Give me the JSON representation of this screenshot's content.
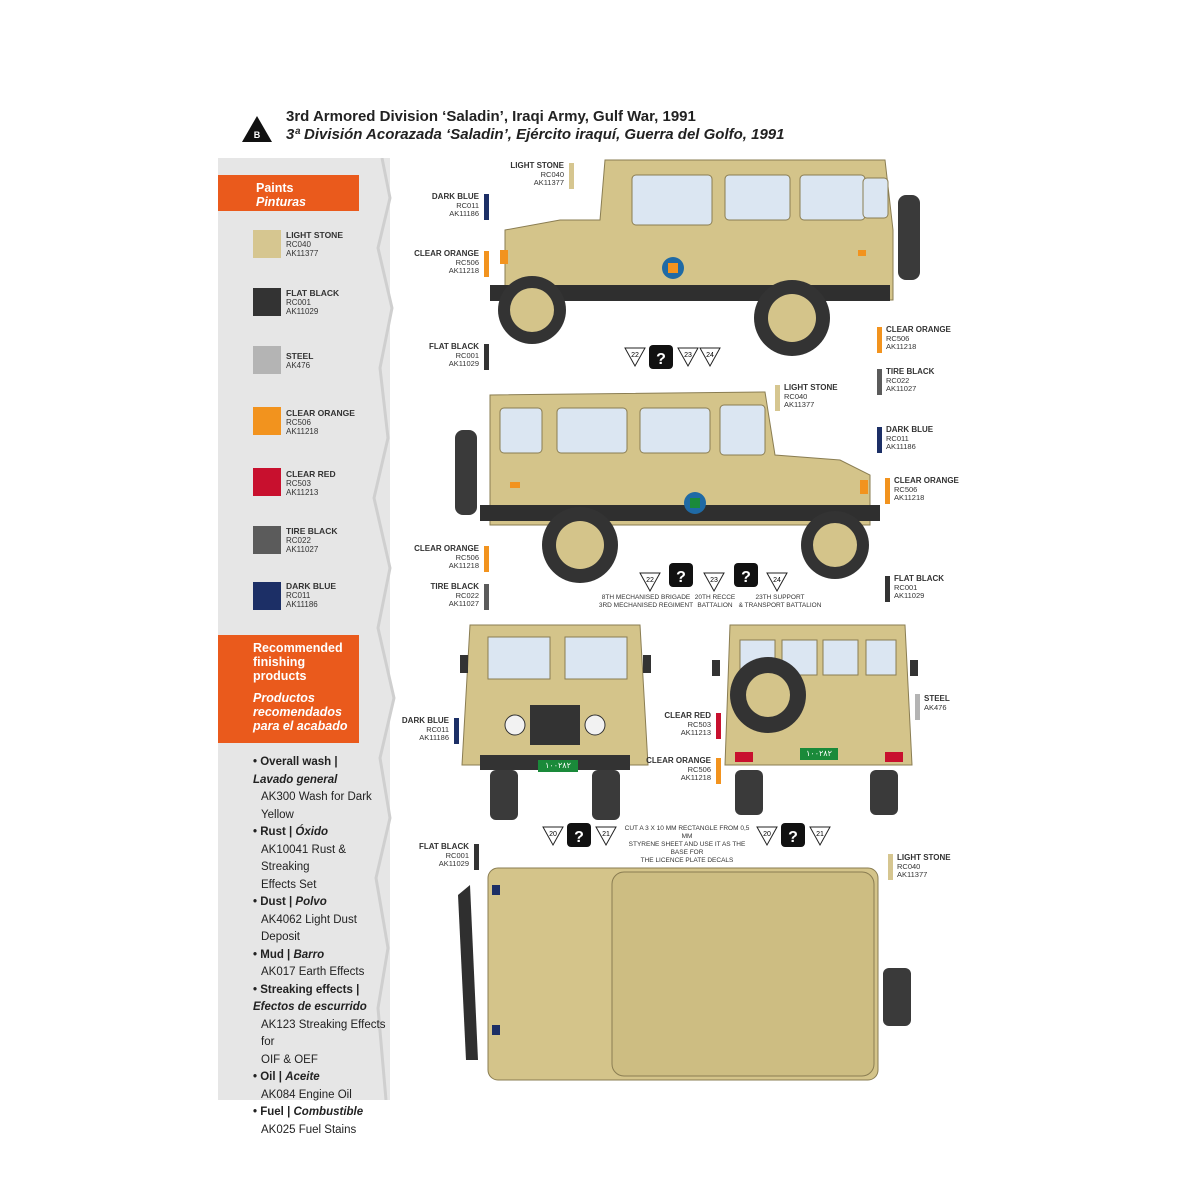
{
  "title": {
    "english": "3rd Armored Division ‘Saladin’, Iraqi Army, Gulf War, 1991",
    "spanish": "3ª División Acorazada ‘Saladin’, Ejército iraquí, Guerra del Golfo, 1991",
    "badge": "B"
  },
  "paints_header": {
    "line1": "Paints",
    "line2": "Pinturas"
  },
  "paints": [
    {
      "name": "LIGHT STONE",
      "code1": "RC040",
      "code2": "AK11377",
      "color": "#d6c690"
    },
    {
      "name": "FLAT BLACK",
      "code1": "RC001",
      "code2": "AK11029",
      "color": "#333333"
    },
    {
      "name": "STEEL",
      "code1": "AK476",
      "code2": "",
      "color": "#b4b4b4"
    },
    {
      "name": "CLEAR ORANGE",
      "code1": "RC506",
      "code2": "AK11218",
      "color": "#f2931e"
    },
    {
      "name": "CLEAR RED",
      "code1": "RC503",
      "code2": "AK11213",
      "color": "#c8102e"
    },
    {
      "name": "TIRE BLACK",
      "code1": "RC022",
      "code2": "AK11027",
      "color": "#5b5b5b"
    },
    {
      "name": "DARK BLUE",
      "code1": "RC011",
      "code2": "AK11186",
      "color": "#1c2f66"
    }
  ],
  "finishing_header": {
    "line1": "Recommended",
    "line2": "finishing",
    "line3": "products",
    "es1": "Productos",
    "es2": "recomendados",
    "es3": "para el acabado"
  },
  "finishing": [
    {
      "en": "Overall wash |",
      "es": "Lavado general",
      "products": [
        "AK300 Wash for Dark Yellow"
      ]
    },
    {
      "en": "Rust |",
      "es": "Óxido",
      "products": [
        "AK10041 Rust & Streaking",
        "Effects Set"
      ]
    },
    {
      "en": "Dust |",
      "es": "Polvo",
      "products": [
        "AK4062 Light Dust Deposit"
      ]
    },
    {
      "en": "Mud |",
      "es": "Barro",
      "products": [
        "AK017 Earth Effects"
      ]
    },
    {
      "en": "Streaking effects |",
      "es": "Efectos de escurrido",
      "products": [
        "AK123 Streaking Effects for",
        "OIF & OEF"
      ]
    },
    {
      "en": "Oil |",
      "es": "Aceite",
      "products": [
        "AK084 Engine Oil"
      ]
    },
    {
      "en": "Fuel |",
      "es": "Combustible",
      "products": [
        "AK025 Fuel Stains"
      ]
    }
  ],
  "markers": {
    "q": "?",
    "n20": "20",
    "n21": "21",
    "n22": "22",
    "n23": "23",
    "n24": "24"
  },
  "notes": {
    "brigade1": "8TH MECHANISED BRIGADE",
    "brigade2": "3RD MECHANISED REGIMENT",
    "recce1": "20TH RECCE",
    "recce2": "BATTALION",
    "support1": "23TH SUPPORT",
    "support2": "& TRANSPORT BATTALION",
    "plate1": "CUT A 3 X 10 MM RECTANGLE FROM 0,5 MM",
    "plate2": "STYRENE SHEET AND USE IT AS THE BASE FOR",
    "plate3": "THE LICENCE PLATE DECALS",
    "plate_text": "١٠٠٢٨٢"
  },
  "colors": {
    "body": "#d4c48a",
    "body_shade": "#bfae72",
    "glass": "#dbe6f2",
    "tire": "#3a3a3a",
    "orange_accent": "#ea5a1c",
    "plate_green": "#1a8a3a"
  }
}
